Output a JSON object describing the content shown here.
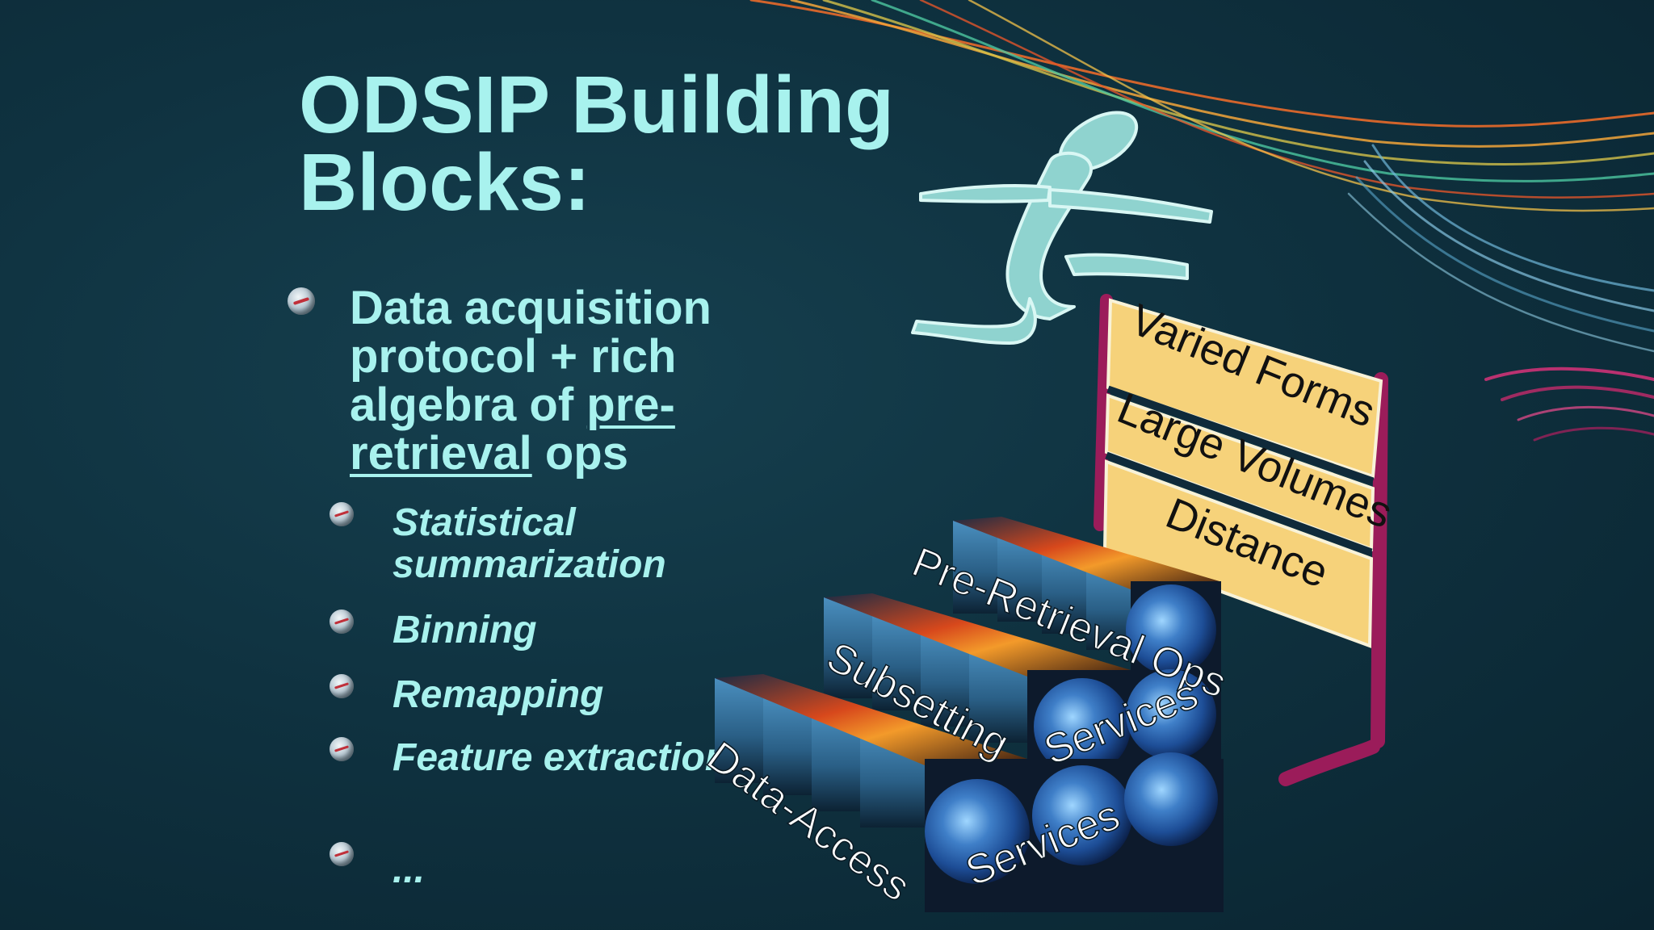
{
  "slide": {
    "title_line1": "ODSIP Building",
    "title_line2": "Blocks:",
    "bullet": {
      "part1": "Data acquisition protocol + rich algebra of ",
      "underlined_part1": "pre-",
      "underlined_part2": "retrieval",
      "part2": " ops",
      "line1": "Data acquisition",
      "line2": "protocol + rich",
      "line3_prefix": "algebra of "
    },
    "sub_bullets": [
      "Statistical summarization",
      "Binning",
      "Remapping",
      "Feature extraction",
      "..."
    ],
    "hurdle_labels": [
      "Varied Forms",
      "Large Volumes",
      "Distance"
    ],
    "step_labels": {
      "top_row": "Pre-Retrieval Ops",
      "middle_left": "Subsetting",
      "middle_right": "Services",
      "bottom_left": "Data-Access",
      "bottom_right": "Services"
    },
    "colors": {
      "text": "#a8f2ee",
      "background": "#0f3240",
      "hurdle_board": "#f6d27a",
      "hurdle_frame": "#9b1c5a",
      "figure": "#8fd3cf"
    }
  }
}
